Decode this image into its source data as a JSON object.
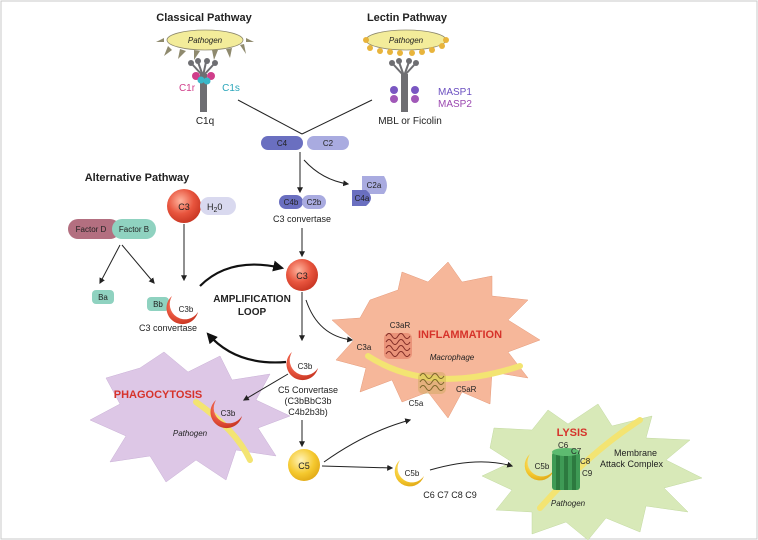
{
  "pathways": {
    "classical": "Classical Pathway",
    "lectin": "Lectin Pathway",
    "alternative": "Alternative Pathway"
  },
  "labels": {
    "pathogen": "Pathogen",
    "c1r": "C1r",
    "c1s": "C1s",
    "c1q": "C1q",
    "masp1": "MASP1",
    "masp2": "MASP2",
    "mbl": "MBL or Ficolin",
    "c4": "C4",
    "c2": "C2",
    "c2a": "C2a",
    "c4a": "C4a",
    "c4b": "C4b",
    "c2b": "C2b",
    "c3_convertase": "C3 convertase",
    "c3": "C3",
    "h2o": "H",
    "h2o_sub": "2",
    "h2o_end": "0",
    "factor_d": "Factor D",
    "factor_b": "Factor B",
    "ba": "Ba",
    "bb": "Bb",
    "c3b": "C3b",
    "amplification_1": "AMPLIFICATION",
    "amplification_2": "LOOP",
    "c3a": "C3a",
    "c3ar": "C3aR",
    "inflammation": "INFLAMMATION",
    "macrophage": "Macrophage",
    "c5ar": "C5aR",
    "c5a": "C5a",
    "phagocytosis": "PHAGOCYTOSIS",
    "c5_conv_1": "C5 Convertase",
    "c5_conv_2": "(C3bBbC3b",
    "c5_conv_3": "C4b2b3b)",
    "c5": "C5",
    "c5b": "C5b",
    "c6_c9": "C6 C7 C8 C9",
    "lysis": "LYSIS",
    "c6": "C6",
    "c7": "C7",
    "c8": "C8",
    "c9": "C9",
    "mac_1": "Membrane",
    "mac_2": "Attack Complex"
  },
  "colors": {
    "pathogen_fill": "#f3ec9a",
    "c_blue": "#6a6fc0",
    "c_blue_light": "#a9abe0",
    "c3_red": "#e0503a",
    "factor_d": "#b36f80",
    "factor_b": "#8fd2c0",
    "inflammation_bg": "#f6b79a",
    "phagocytosis_bg": "#ddc7e6",
    "lysis_bg": "#d8e9b8",
    "c5_yellow": "#f4c233",
    "red_text": "#d6332b"
  }
}
